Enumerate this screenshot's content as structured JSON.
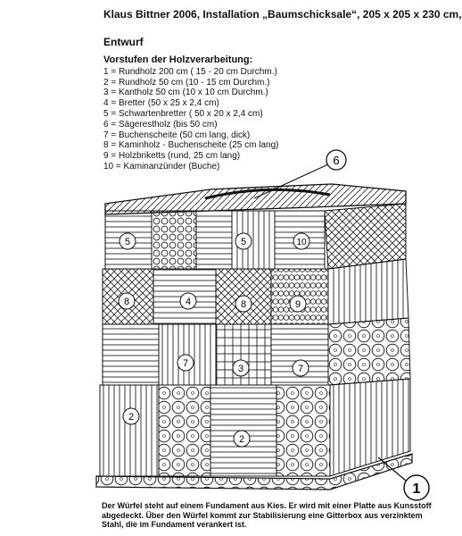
{
  "document": {
    "title": "Klaus Bittner  2006,  Installation „Baumschicksale“,  205 x 205 x 230 cm,",
    "subtitle": "Entwurf",
    "legend_heading": "Vorstufen der Holzverarbeitung:",
    "legend_items": [
      "1 = Rundholz 200 cm  ( 15 - 20 cm Durchm.)",
      "2 = Rundholz  50 cm (10 - 15 cm Durchm.)",
      "3 = Kantholz  50 cm (10 x 10 cm Durchm.)",
      "4 = Bretter (50 x 25 x 2,4 cm)",
      "5 = Schwartenbretter ( 50 x 20 x 2,4 cm)",
      "6 = Sägerestholz (bis 50 cm)",
      "7 = Buchenscheite (50 cm lang, dick)",
      "8 = Kaminholz - Buchenscheite (25 cm lang)",
      "9 = Holzbriketts (rund, 25 cm lang)",
      "10 = Kaminanzünder (Buche)"
    ],
    "caption": "Der Würfel steht auf einem Fundament aus Kies. Er wird mit einer Platte aus Kunsstoff abgedeckt. Über den Würfel kommt zur Stabilisierung eine Gitterbox aus verzinktem Stahl, die im Fundament verankert ist."
  },
  "drawing": {
    "callouts": [
      {
        "label": "6"
      },
      {
        "label": "1"
      }
    ],
    "cell_labels": [
      {
        "label": "5"
      },
      {
        "label": "5"
      },
      {
        "label": "10"
      },
      {
        "label": "8"
      },
      {
        "label": "4"
      },
      {
        "label": "8"
      },
      {
        "label": "9"
      },
      {
        "label": "7"
      },
      {
        "label": "3"
      },
      {
        "label": "7"
      },
      {
        "label": "2"
      },
      {
        "label": "2"
      }
    ]
  }
}
